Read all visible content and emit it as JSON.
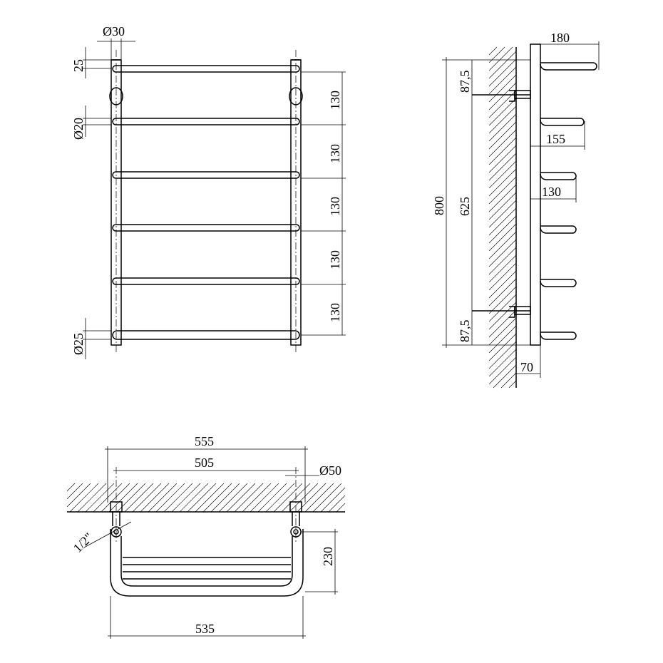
{
  "front_view": {
    "dims": {
      "d_top_post": "Ø30",
      "top_offset": "25",
      "d_rail": "Ø20",
      "d_bottom_post": "Ø25",
      "spacing": [
        "130",
        "130",
        "130",
        "130",
        "130"
      ]
    }
  },
  "side_view": {
    "dims": {
      "height_total": "800",
      "mount_distance": "625",
      "top_offset": "87,5",
      "bottom_offset": "87,5",
      "depth_max": "180",
      "depth_mid": "155",
      "depth_min": "130",
      "wall_gap": "70"
    }
  },
  "top_view": {
    "dims": {
      "width_outer": "555",
      "width_axes": "505",
      "d_flange": "Ø50",
      "thread": "1/2\"",
      "depth": "230",
      "width_bottom": "535"
    }
  }
}
